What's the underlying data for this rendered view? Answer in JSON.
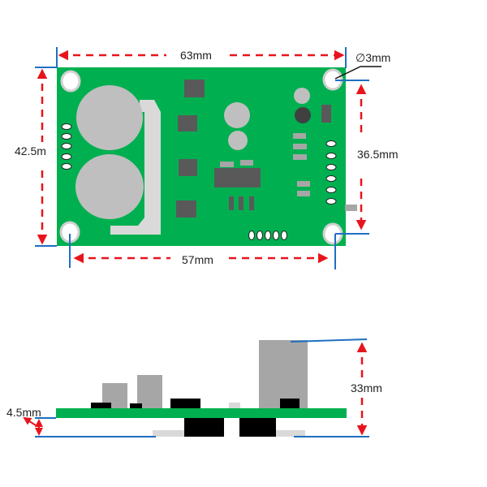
{
  "colors": {
    "pcb": "#00b050",
    "component_dark": "#595959",
    "component_light": "#a6a6a6",
    "dimension": "#e8141c",
    "extension": "#1f6fc1"
  },
  "top_view": {
    "width_label": "63mm",
    "height_label": "42.5m",
    "hole_spacing_x_label": "57mm",
    "hole_spacing_y_label": "36.5mm",
    "hole_diameter_label": "∅3mm"
  },
  "side_view": {
    "total_height_label": "33mm",
    "bottom_clearance_label": "4.5mm"
  }
}
